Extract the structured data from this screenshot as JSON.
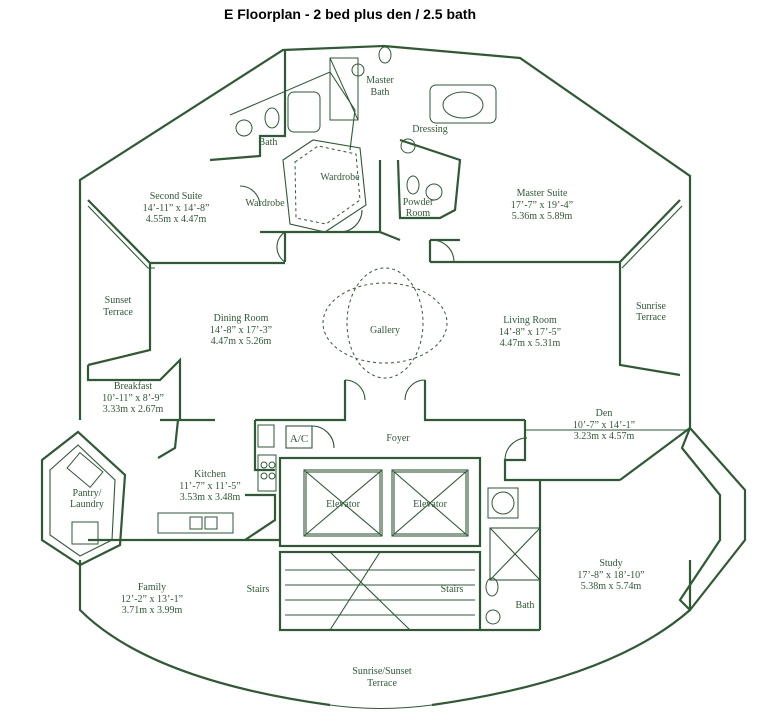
{
  "title": "E Floorplan - 2 bed plus den / 2.5 bath",
  "rooms": {
    "master_bath": {
      "line1": "Master",
      "line2": "Bath"
    },
    "bath_top": "Bath",
    "dressing": "Dressing",
    "wardrobe_center": "Wardrobe",
    "wardrobe_left": "Wardrobe",
    "powder_room": {
      "line1": "Powder",
      "line2": "Room"
    },
    "second_suite": {
      "name": "Second Suite",
      "dim_imp": "14’-11” x 14’-8”",
      "dim_met": "4.55m x 4.47m"
    },
    "master_suite": {
      "name": "Master Suite",
      "dim_imp": "17’-7” x 19’-4”",
      "dim_met": "5.36m x 5.89m"
    },
    "sunset_terrace": {
      "line1": "Sunset",
      "line2": "Terrace"
    },
    "sunrise_terrace": {
      "line1": "Sunrise",
      "line2": "Terrace"
    },
    "dining_room": {
      "name": "Dining Room",
      "dim_imp": "14’-8” x 17’-3”",
      "dim_met": "4.47m x 5.26m"
    },
    "gallery": "Gallery",
    "living_room": {
      "name": "Living Room",
      "dim_imp": "14’-8” x 17’-5”",
      "dim_met": "4.47m x 5.31m"
    },
    "breakfast": {
      "name": "Breakfast",
      "dim_imp": "10’-11” x 8’-9”",
      "dim_met": "3.33m x 2.67m"
    },
    "ac": "A/C",
    "foyer": "Foyer",
    "den": {
      "name": "Den",
      "dim_imp": "10’-7” x 14’-1”",
      "dim_met": "3.23m x 4.57m"
    },
    "kitchen": {
      "name": "Kitchen",
      "dim_imp": "11’-7” x 11’-5”",
      "dim_met": "3.53m x 3.48m"
    },
    "pantry": {
      "line1": "Pantry/",
      "line2": "Laundry"
    },
    "elevator_left": "Elevator",
    "elevator_right": "Elevator",
    "stairs_left": "Stairs",
    "stairs_right": "Stairs",
    "study": {
      "name": "Study",
      "dim_imp": "17’-8” x 18’-10”",
      "dim_met": "5.38m x 5.74m"
    },
    "family": {
      "name": "Family",
      "dim_imp": "12’-2” x 13’-1”",
      "dim_met": "3.71m x 3.99m"
    },
    "bath_bottom": "Bath",
    "sunrise_sunset_terrace": {
      "line1": "Sunrise/Sunset",
      "line2": "Terrace"
    }
  }
}
